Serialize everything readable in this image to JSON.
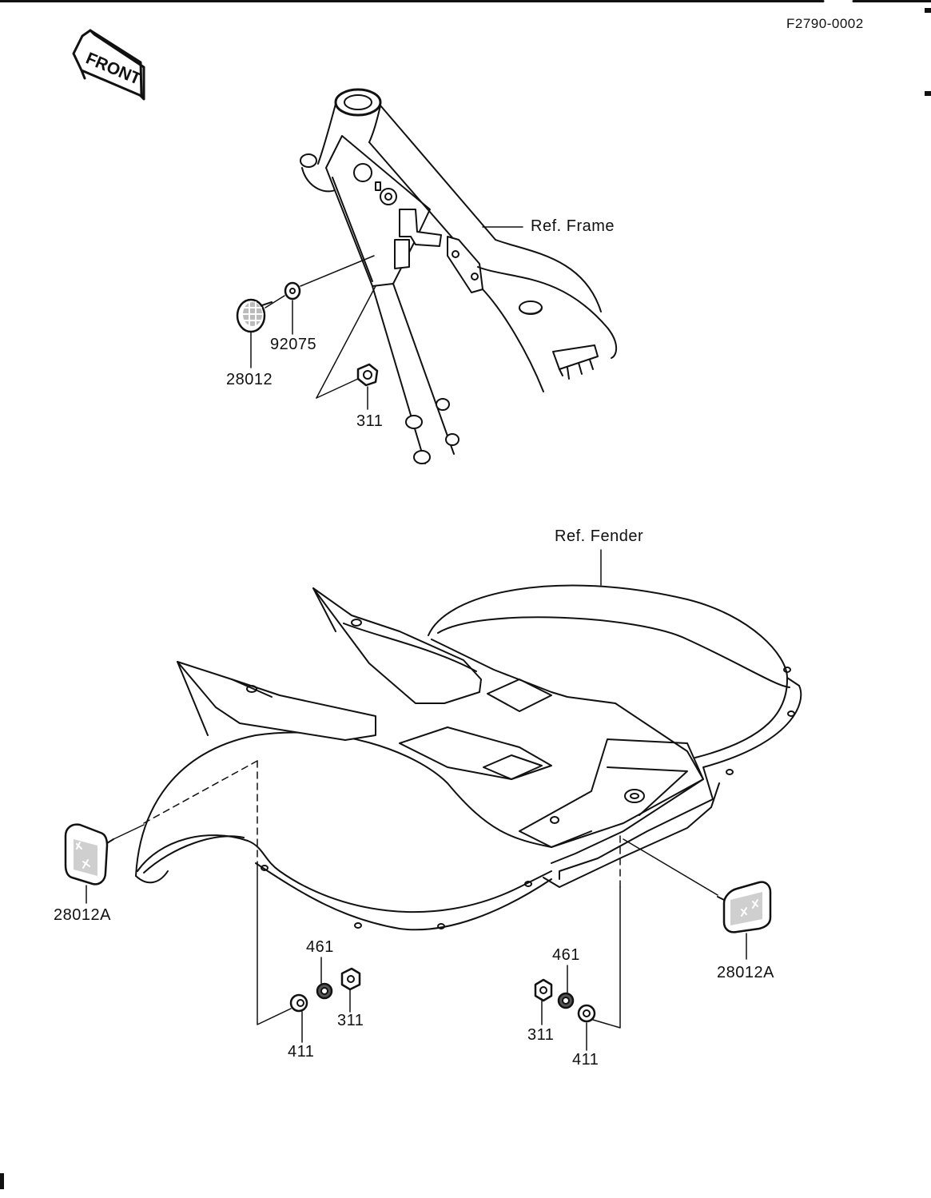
{
  "diagram_code": "F2790-0002",
  "front_badge": "FRONT",
  "ref_frame": "Ref. Frame",
  "ref_fender": "Ref. Fender",
  "parts": {
    "reflector_front": "28012",
    "washer_front": "92075",
    "nut_front": "311",
    "reflector_left": "28012A",
    "reflector_right": "28012A",
    "lockwasher_left": "461",
    "nut_left": "311",
    "washer_left": "411",
    "lockwasher_right": "461",
    "nut_right": "311",
    "washer_right": "411"
  },
  "colors": {
    "line": "#111111",
    "paper": "#ffffff",
    "fill": "#ffffff"
  }
}
